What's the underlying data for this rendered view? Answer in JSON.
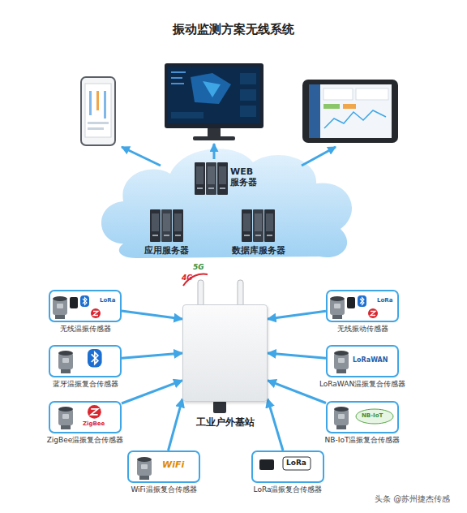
{
  "diagram": {
    "title": "振动监测方案无线系统",
    "nodes": [
      {
        "text": [
          "WEB 服务器"
        ]
      },
      {
        "text": [
          "应用服务器"
        ]
      },
      {
        "text": [
          "数据库服务器"
        ]
      },
      {
        "text": [
          "无线温振传感器"
        ]
      },
      {
        "text": [
          "无线振动传感器"
        ]
      },
      {
        "text": [
          "蓝牙温振复合传感器"
        ]
      },
      {
        "text": [
          "LoRaWAN温振复合传感器"
        ]
      },
      {
        "text": [
          "ZigBee温振复合传感器"
        ]
      },
      {
        "text": [
          "NB-IoT温振复合传感器"
        ]
      },
      {
        "text": [
          "工业户外基站"
        ]
      },
      {
        "text": [
          "WiFi温振复合传感器"
        ]
      },
      {
        "text": [
          "LoRa温振复合传感器"
        ]
      }
    ],
    "edges": [
      {
        "from": 3,
        "to": 9,
        "arrow": "to"
      },
      {
        "from": 4,
        "to": 9,
        "arrow": "to"
      },
      {
        "from": 5,
        "to": 9,
        "arrow": "to"
      },
      {
        "from": 6,
        "to": 9,
        "arrow": "to"
      },
      {
        "from": 7,
        "to": 9,
        "arrow": "to"
      },
      {
        "from": 8,
        "to": 9,
        "arrow": "to"
      },
      {
        "from": 10,
        "to": 9,
        "arrow": "to"
      },
      {
        "from": 11,
        "to": 9,
        "arrow": "to"
      }
    ],
    "labels": [
      "5G",
      "4G",
      "LoRa",
      "LoRa",
      "ZigBee",
      "LoRaWAN",
      "NB-IoT",
      "WiFi",
      "LoRa",
      "头条 @苏州捷杰传感"
    ]
  }
}
